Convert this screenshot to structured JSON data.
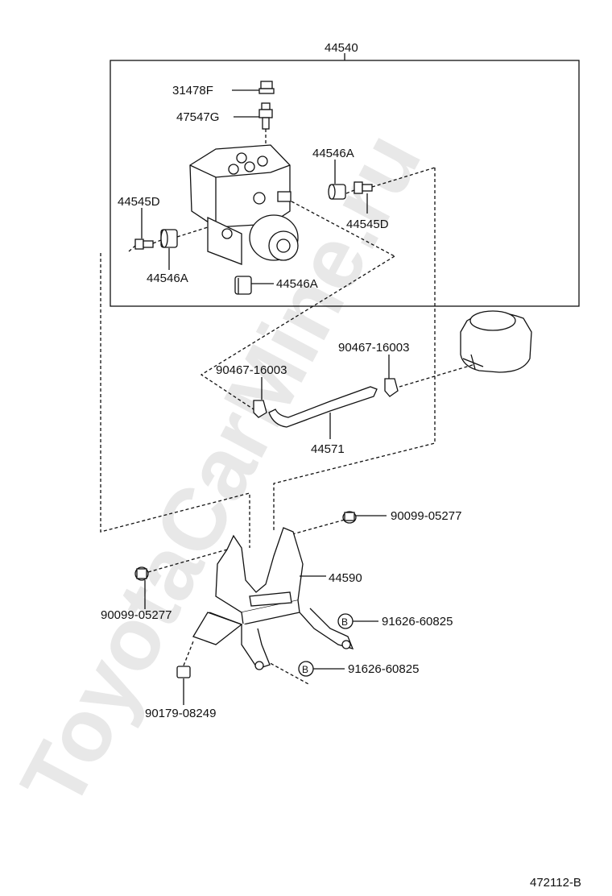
{
  "watermark": "ToyotaCarMine.ru",
  "diagram_code": "472112-B",
  "assembly_label": "44540",
  "labels": {
    "p31478F": "31478F",
    "p47547G": "47547G",
    "p44546A_top": "44546A",
    "p44545D_right": "44545D",
    "p44545D_left": "44545D",
    "p44546A_left": "44546A",
    "p44546A_bottom": "44546A",
    "p90467_right": "90467-16003",
    "p90467_left": "90467-16003",
    "p44571": "44571",
    "p90099_right": "90099-05277",
    "p44590": "44590",
    "p90099_left": "90099-05277",
    "p91626_upper": "91626-60825",
    "p91626_lower": "91626-60825",
    "p90179": "90179-08249"
  },
  "callout_letter": "B"
}
